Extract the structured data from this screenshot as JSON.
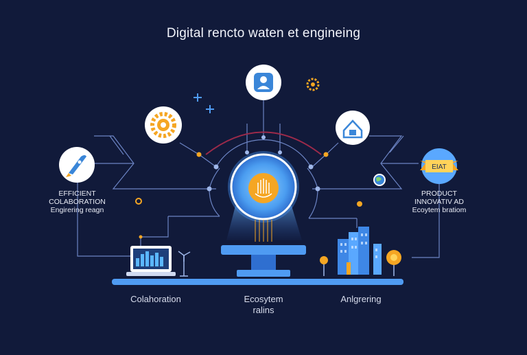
{
  "title": "Digital rencto waten et engineing",
  "left_label": [
    "EFFICIENT",
    "COLABORATION",
    "Engirering reagn"
  ],
  "right_label": [
    "PRODUCT",
    "INNOVATIV AD",
    "Ecoytem bratiom"
  ],
  "right_tag": "EIAT",
  "captions": {
    "left": "Colahoration",
    "center": [
      "Ecosytem",
      "ralins"
    ],
    "right": "Anlgrering"
  },
  "icons": [
    "rocket-icon",
    "gear-icon",
    "person-icon",
    "home-icon",
    "ribbon-icon",
    "globe-icon",
    "hand-icon",
    "sparkle-icon"
  ],
  "colors": {
    "background": "#111a3a",
    "accent_blue": "#4f9bf2",
    "accent_orange": "#f5a623",
    "line": "#6c84c4",
    "arc": "#9c2a4a"
  }
}
